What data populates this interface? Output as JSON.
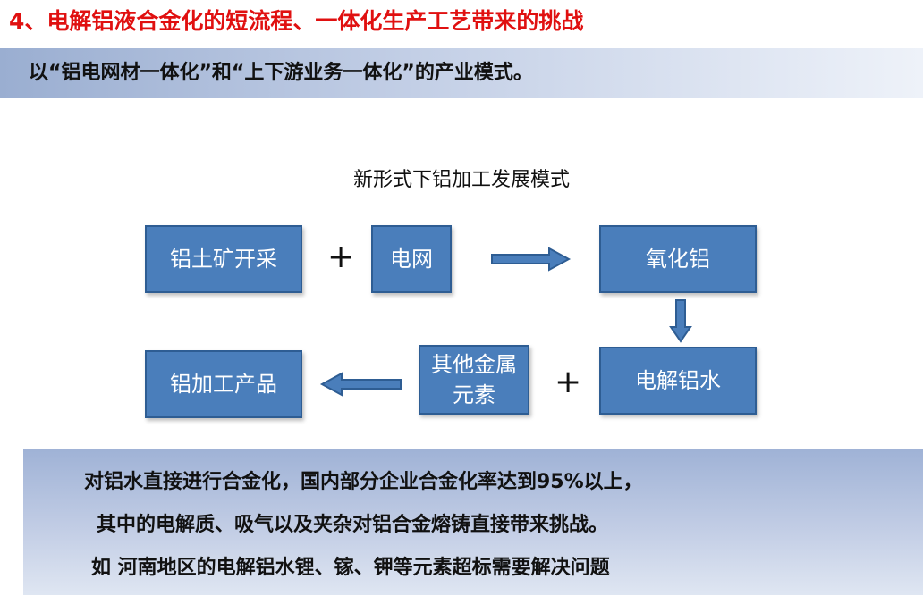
{
  "header": {
    "title": "4、电解铝液合金化的短流程、一体化生产工艺带来的挑战",
    "subtitle": "以“铝电网材一体化”和“上下游业务一体化”的产业模式。"
  },
  "diagram": {
    "title": "新形式下铝加工发展模式",
    "nodes": {
      "bauxite": "铝土矿开采",
      "grid": "电网",
      "alumina": "氧化铝",
      "molten_aluminum": "电解铝水",
      "other_metals": "其他金属元素",
      "products": "铝加工产品"
    },
    "plus_sign": "+"
  },
  "notes": [
    "对铝水直接进行合金化，国内部分企业合金化率达到95%以上，",
    "其中的电解质、吸气以及夹杂对铝合金熔铸直接带来挑战。",
    "如 河南地区的电解铝水锂、镓、钾等元素超标需要解决问题"
  ],
  "colors": {
    "title": "#e01010",
    "box_fill": "#4a7ebb",
    "box_border": "#2e5d93",
    "text": "#111111"
  }
}
